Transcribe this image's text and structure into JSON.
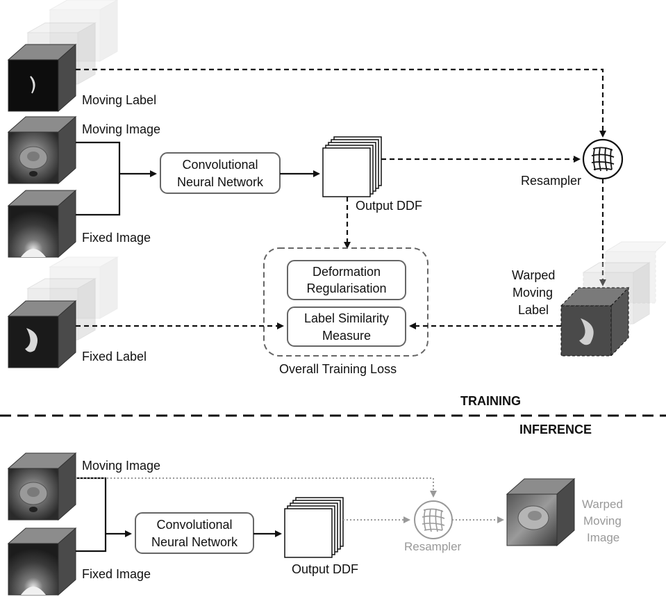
{
  "training": {
    "moving_label": "Moving Label",
    "moving_image": "Moving Image",
    "fixed_image": "Fixed Image",
    "fixed_label": "Fixed Label",
    "cnn_line1": "Convolutional",
    "cnn_line2": "Neural Network",
    "output_ddf": "Output DDF",
    "resampler": "Resampler",
    "warped_line1": "Warped",
    "warped_line2": "Moving",
    "warped_line3": "Label",
    "deform_line1": "Deformation",
    "deform_line2": "Regularisation",
    "labelsim_line1": "Label Similarity",
    "labelsim_line2": "Measure",
    "overall_loss": "Overall Training Loss",
    "header": "TRAINING"
  },
  "inference": {
    "header": "INFERENCE",
    "moving_image": "Moving Image",
    "fixed_image": "Fixed Image",
    "cnn_line1": "Convolutional",
    "cnn_line2": "Neural Network",
    "output_ddf": "Output DDF",
    "resampler": "Resampler",
    "warped_line1": "Warped",
    "warped_line2": "Moving",
    "warped_line3": "Image"
  },
  "colors": {
    "line": "#111111",
    "inference_dotted": "#999999",
    "box_border": "#666666"
  }
}
